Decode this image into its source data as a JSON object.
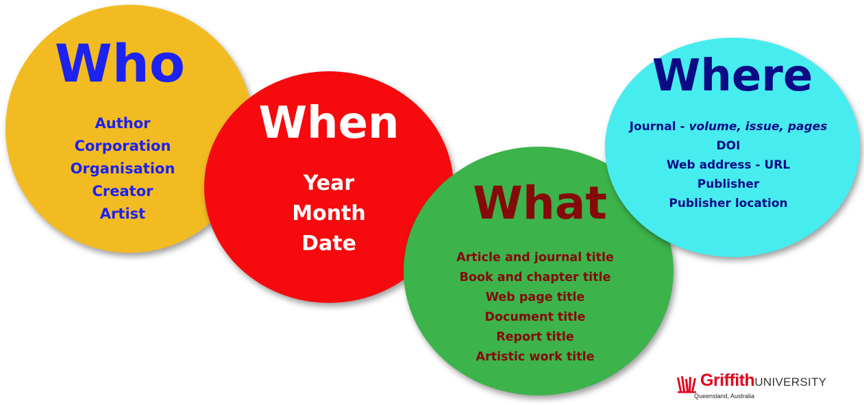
{
  "who": {
    "title": "Who",
    "items": [
      "Author",
      "Corporation",
      "Organisation",
      "Creator",
      "Artist"
    ]
  },
  "when": {
    "title": "When",
    "items": [
      "Year",
      "Month",
      "Date"
    ]
  },
  "what": {
    "title": "What",
    "items": [
      "Article and journal title",
      "Book and chapter title",
      "Web page title",
      "Document title",
      "Report title",
      "Artistic work title"
    ]
  },
  "where": {
    "title": "Where",
    "journal_label": "Journal - ",
    "journal_detail": "volume, issue, pages",
    "items": [
      "DOI",
      "Web address - URL",
      "Publisher",
      "Publisher location"
    ]
  },
  "logo": {
    "brand": "Griffith",
    "suffix": "UNIVERSITY",
    "location": "Queensland, Australia"
  },
  "colors": {
    "who_fill": "#f3bb22",
    "who_text": "#1c22f0",
    "when_fill": "#f60a0d",
    "when_text": "#ffffff",
    "what_fill": "#3cb34b",
    "what_text": "#850a0a",
    "where_fill": "#47ecef",
    "where_text": "#0b0b86",
    "logo_red": "#e3001b"
  }
}
